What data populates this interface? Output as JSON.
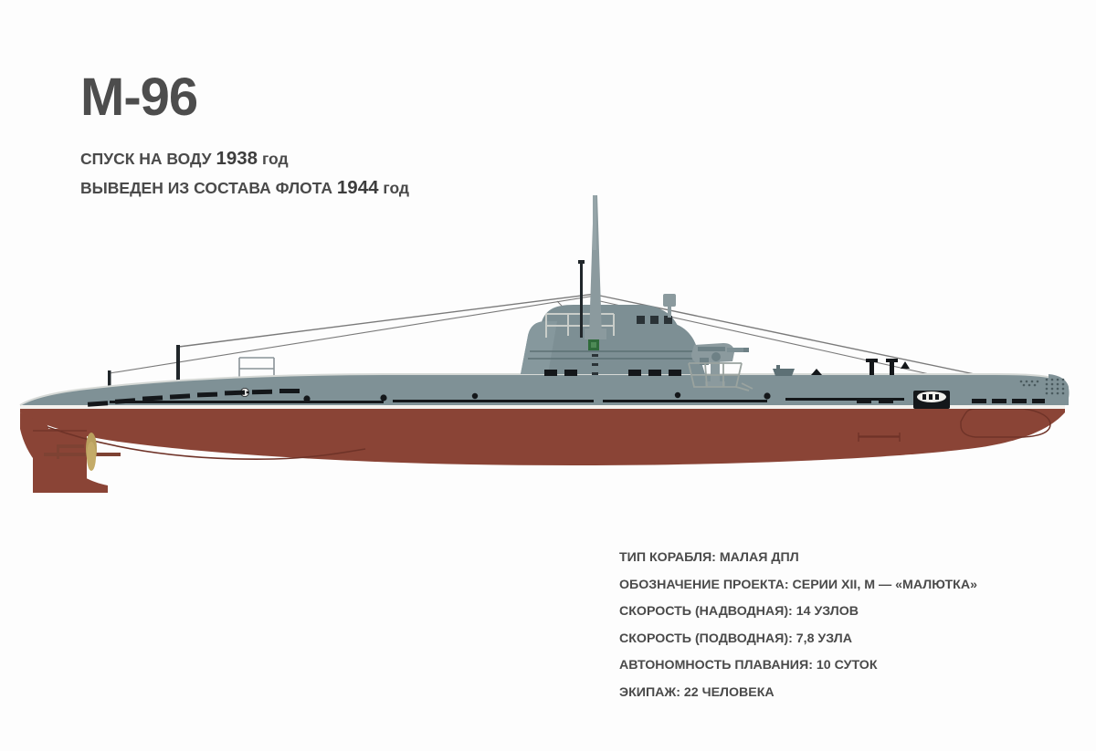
{
  "background_color": "#fdfdfd",
  "header": {
    "ship_name": "М-96",
    "launch_label": "СПУСК НА ВОДУ",
    "launch_year": "1938",
    "launch_suffix": "год",
    "decommission_label": "ВЫВЕДЕН ИЗ СОСТАВА ФЛОТА",
    "decommission_year": "1944",
    "decommission_suffix": "год"
  },
  "specs": {
    "lines": [
      "ТИП КОРАБЛЯ: МАЛАЯ ДПЛ",
      "ОБОЗНАЧЕНИЕ ПРОЕКТА: СЕРИИ XII, М — «МАЛЮТКА»",
      "СКОРОСТЬ (НАДВОДНАЯ): 14 УЗЛОВ",
      "СКОРОСТЬ (ПОДВОДНАЯ): 7,8 УЗЛА",
      "АВТОНОМНОСТЬ ПЛАВАНИЯ: 10 СУТОК",
      "ЭКИПАЖ: 22 ЧЕЛОВЕКА"
    ]
  },
  "illustration": {
    "subject": "submarine-side-profile",
    "colors": {
      "upper_hull": "#7f9196",
      "upper_hull_shade": "#6e8186",
      "lower_hull": "#8a4436",
      "lower_hull_dark": "#6f3328",
      "waterline": "#f2f0ec",
      "detail_dark": "#14171a",
      "tower": "#7d8f94",
      "tower_light": "#93a3a8",
      "propeller": "#b9a05e",
      "signal_light": "#2f6b3a",
      "rigging": "#6b6b6b",
      "mast": "#8b9a9e"
    },
    "parts": [
      "bow",
      "stern",
      "rudder",
      "propeller",
      "conning-tower",
      "periscope-mast",
      "antenna-mast",
      "radio-antenna-rigging",
      "deck-gun",
      "gun-platform-railing",
      "bridge-railing",
      "limber-holes",
      "anchor-recess",
      "deck-bollards",
      "stern-mast",
      "text-title",
      "text-specs"
    ],
    "text_color": "#4a4a4a"
  }
}
